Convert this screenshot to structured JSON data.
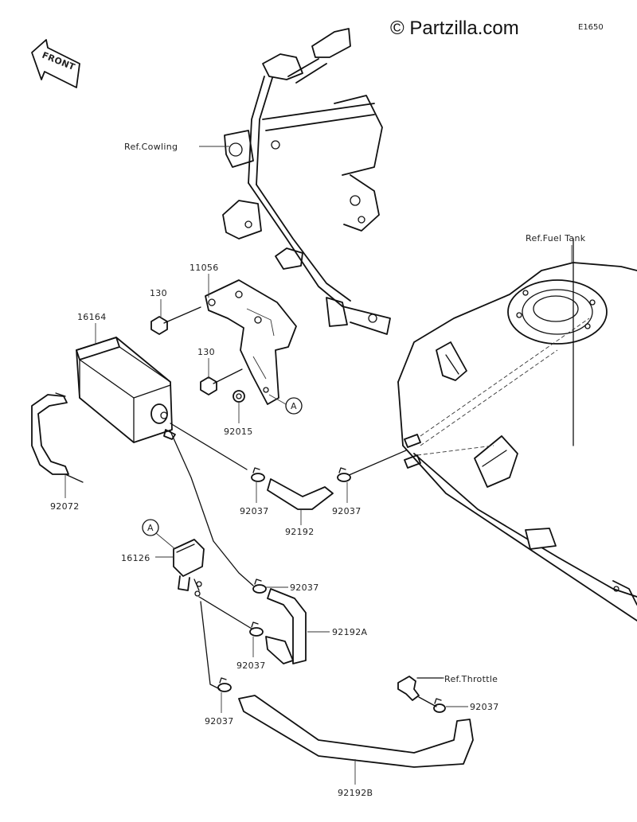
{
  "header": {
    "copyright": "© Partzilla.com",
    "diagram_code": "E1650"
  },
  "front_indicator": "FRONT",
  "callouts": {
    "ref_cowling": "Ref.Cowling",
    "ref_fuel_tank": "Ref.Fuel Tank",
    "ref_throttle": "Ref.Throttle",
    "p11056": "11056",
    "p130_a": "130",
    "p130_b": "130",
    "p16164": "16164",
    "p92015": "92015",
    "p92072": "92072",
    "p92037_a": "92037",
    "p92192": "92192",
    "p92037_b": "92037",
    "p16126": "16126",
    "p92037_c": "92037",
    "p92192a": "92192A",
    "p92037_d": "92037",
    "p92037_e": "92037",
    "p92037_f": "92037",
    "p92192b": "92192B",
    "ref_a_1": "A",
    "ref_a_2": "A"
  }
}
